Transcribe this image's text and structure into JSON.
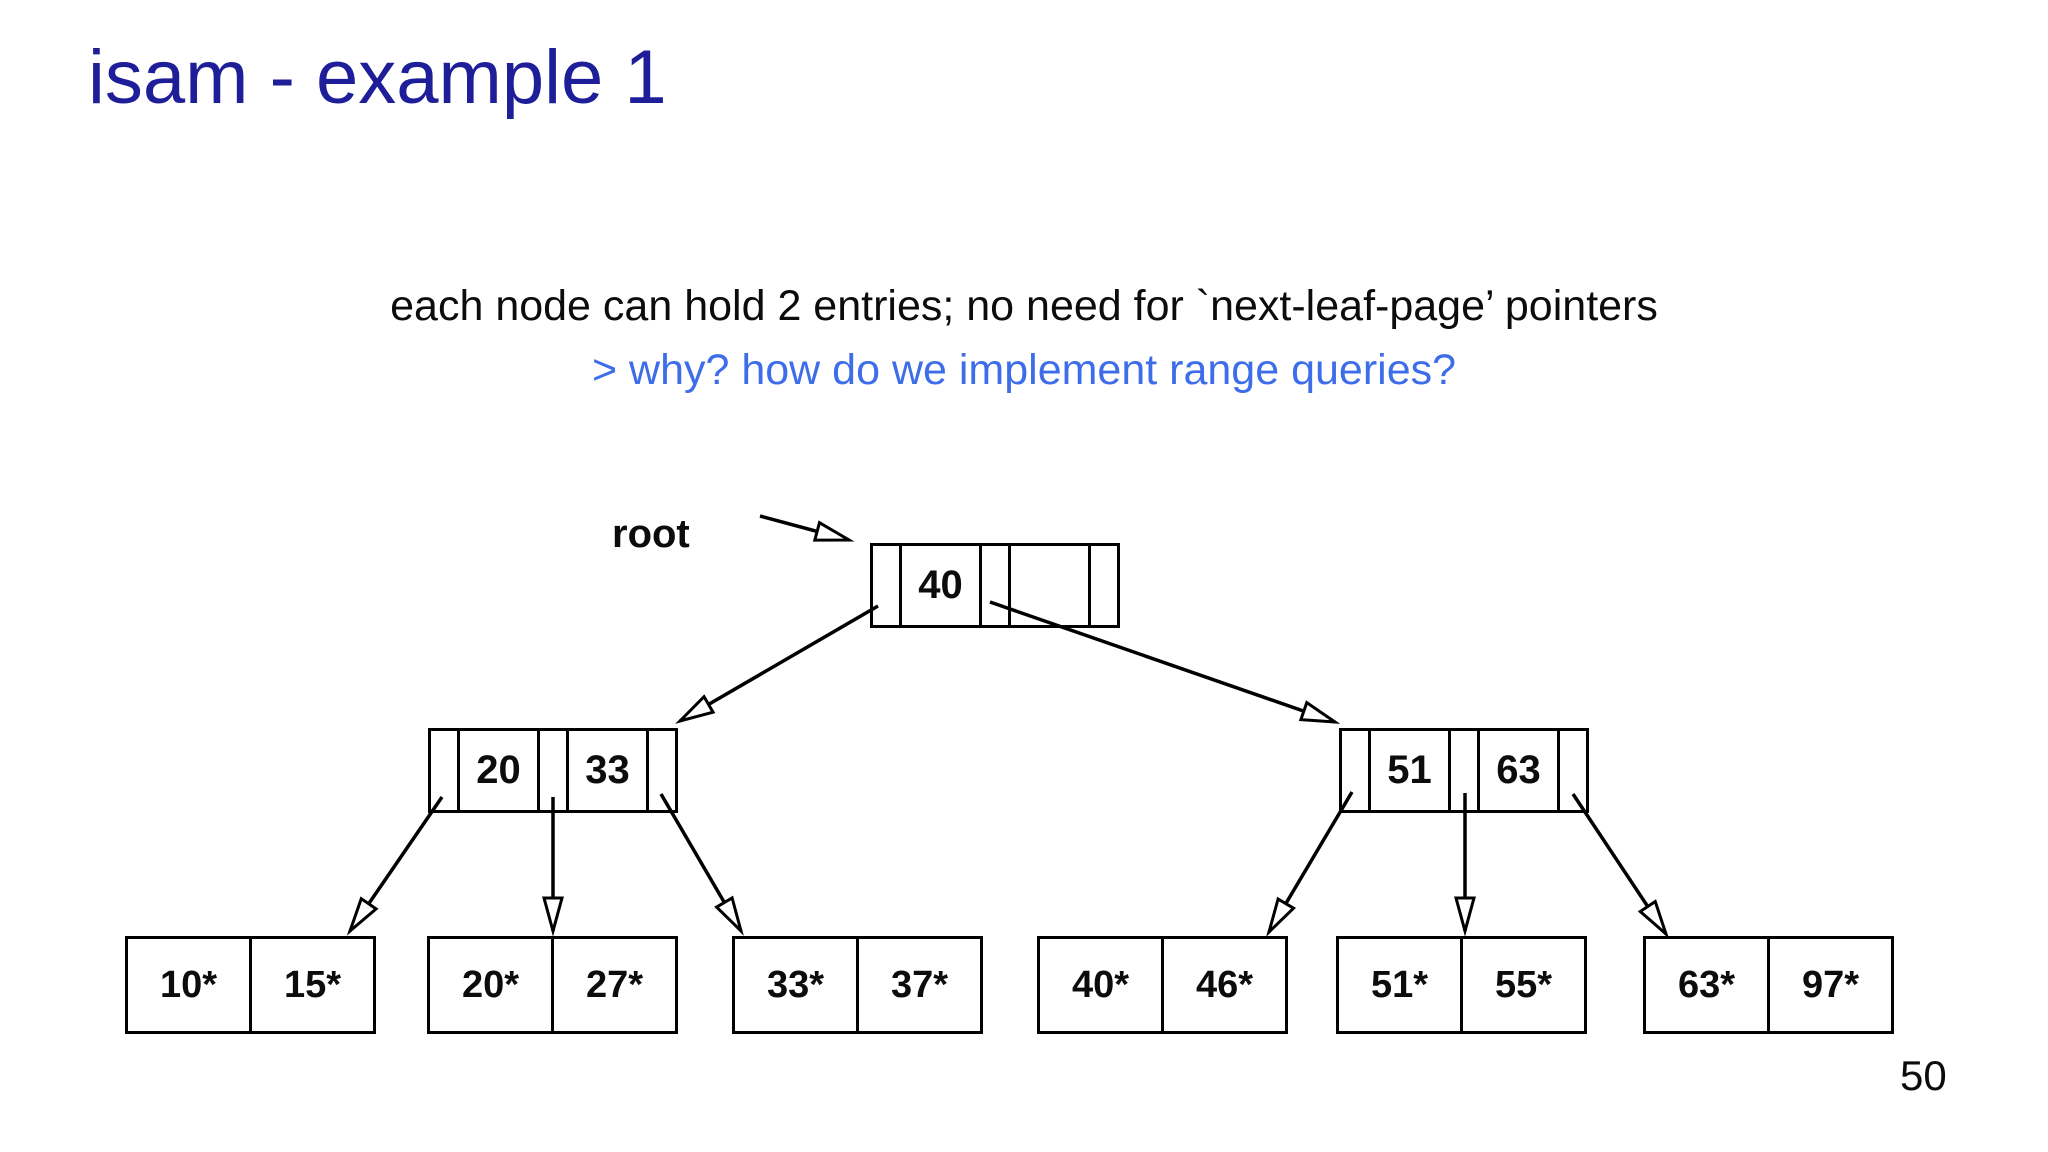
{
  "slide": {
    "title": "isam - example 1",
    "subtitle_line1": "each node can hold 2 entries; no need for `next-leaf-page’ pointers",
    "subtitle_line2": "> why? how do we implement range queries?",
    "page_number": "50",
    "colors": {
      "title_navy": "#1e1e99",
      "query_blue": "#3d6de8",
      "ink": "#000000",
      "background": "#ffffff"
    }
  },
  "tree": {
    "root_label": "root",
    "root_node": {
      "keys": [
        "40",
        ""
      ]
    },
    "internal_nodes": [
      {
        "keys": [
          "20",
          "33"
        ]
      },
      {
        "keys": [
          "51",
          "63"
        ]
      }
    ],
    "leaf_pages": [
      [
        "10*",
        "15*"
      ],
      [
        "20*",
        "27*"
      ],
      [
        "33*",
        "37*"
      ],
      [
        "40*",
        "46*"
      ],
      [
        "51*",
        "55*"
      ],
      [
        "63*",
        "97*"
      ]
    ]
  }
}
